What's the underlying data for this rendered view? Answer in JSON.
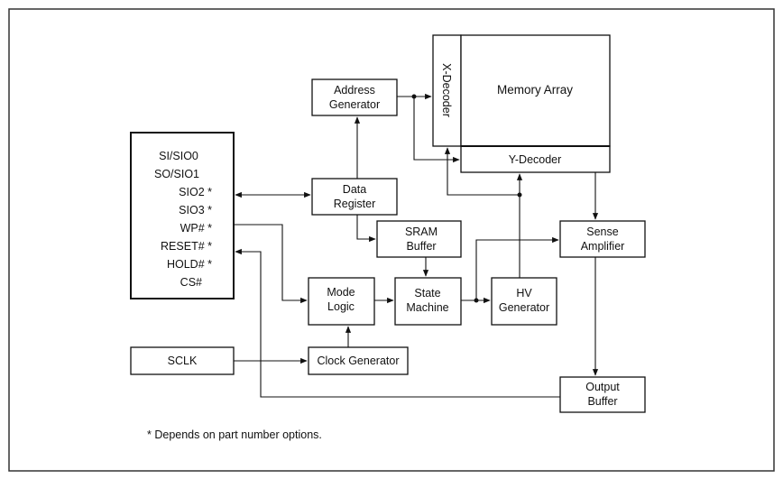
{
  "blocks": {
    "pins": [
      "SI/SIO0",
      "SO/SIO1",
      "SIO2 *",
      "SIO3 *",
      "WP# *",
      "RESET# *",
      "HOLD# *",
      "CS#"
    ],
    "address_generator": [
      "Address",
      "Generator"
    ],
    "data_register": [
      "Data",
      "Register"
    ],
    "sram_buffer": [
      "SRAM",
      "Buffer"
    ],
    "mode_logic": [
      "Mode",
      "Logic"
    ],
    "state_machine": [
      "State",
      "Machine"
    ],
    "hv_generator": [
      "HV",
      "Generator"
    ],
    "clock_generator": "Clock Generator",
    "sclk": "SCLK",
    "x_decoder": "X-Decoder",
    "memory_array": "Memory Array",
    "y_decoder": "Y-Decoder",
    "sense_amplifier": [
      "Sense",
      "Amplifier"
    ],
    "output_buffer": [
      "Output",
      "Buffer"
    ]
  },
  "footnote": "* Depends on part number options."
}
